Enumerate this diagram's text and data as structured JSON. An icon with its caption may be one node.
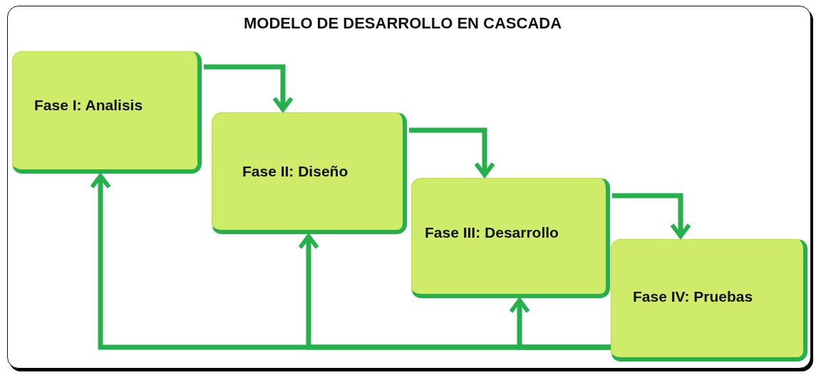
{
  "diagram": {
    "title": "MODELO DE DESARROLLO EN CASCADA",
    "nodes": [
      {
        "text": [
          "Fase I: Analisis"
        ]
      },
      {
        "text": [
          "Fase II: Diseño"
        ]
      },
      {
        "text": [
          "Fase III: Desarrollo"
        ]
      },
      {
        "text": [
          "Fase IV: Pruebas"
        ]
      }
    ],
    "edges": [
      {
        "from": 0,
        "to": 1,
        "arrow": "to"
      },
      {
        "from": 1,
        "to": 2,
        "arrow": "to"
      },
      {
        "from": 2,
        "to": 3,
        "arrow": "to"
      },
      {
        "from": 3,
        "to": 0,
        "arrow": "to"
      },
      {
        "from": 3,
        "to": 1,
        "arrow": "to"
      },
      {
        "from": 3,
        "to": 2,
        "arrow": "to"
      }
    ]
  }
}
